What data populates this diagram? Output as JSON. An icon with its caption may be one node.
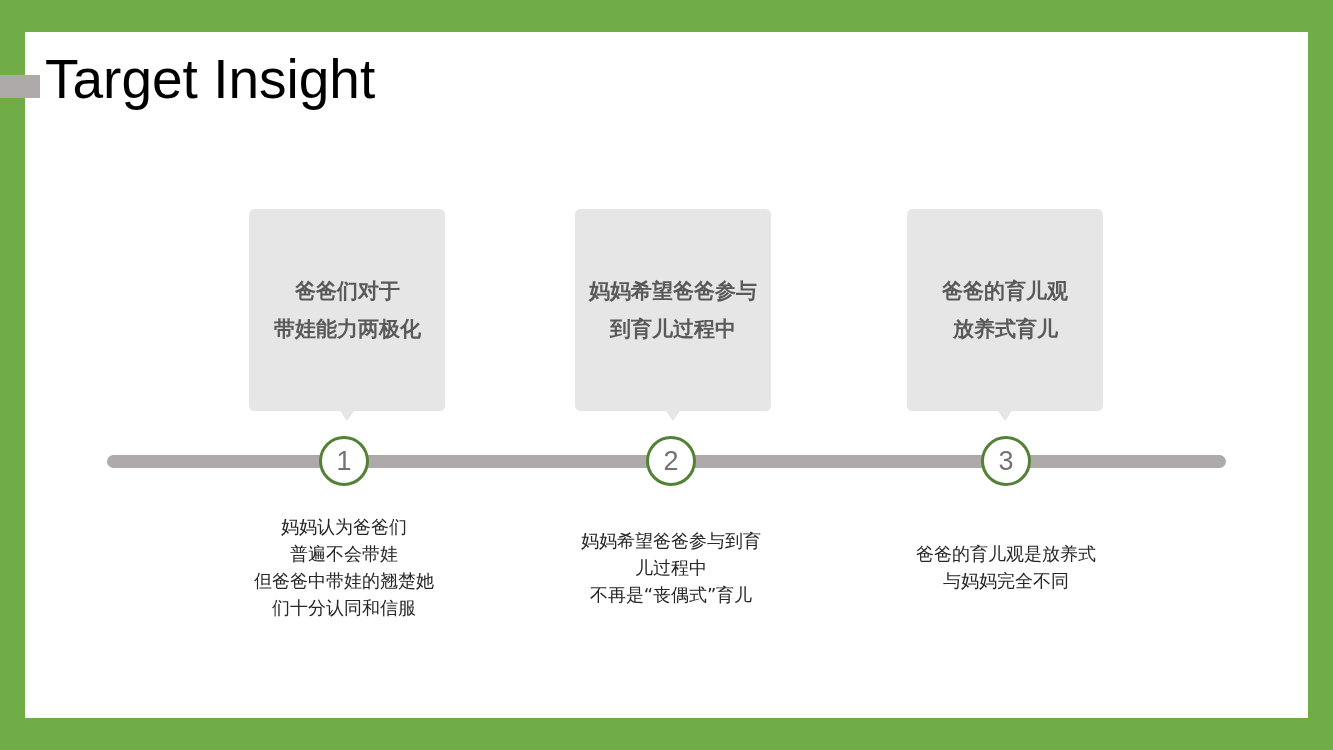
{
  "diagram": {
    "title": "Target Insight",
    "nodes": [
      {
        "text": [
          "爸爸们对于",
          "带娃能力两极化"
        ]
      },
      {
        "text": [
          "妈妈希望爸爸参与到育儿过程中"
        ]
      },
      {
        "text": [
          "爸爸的育儿观",
          "放养式育儿"
        ]
      },
      {
        "text": [
          "1"
        ],
        "beside": [
          "妈妈认为爸爸们",
          "普遍不会带娃",
          "但爸爸中带娃的翘楚她们十分认同和信服"
        ]
      },
      {
        "text": [
          "2"
        ],
        "beside": [
          "妈妈希望爸爸参与到育儿过程中",
          "不再是“丧偶式”育儿"
        ]
      },
      {
        "text": [
          "3"
        ],
        "beside": [
          "爸爸的育儿观是放养式",
          "与妈妈完全不同"
        ]
      }
    ]
  }
}
